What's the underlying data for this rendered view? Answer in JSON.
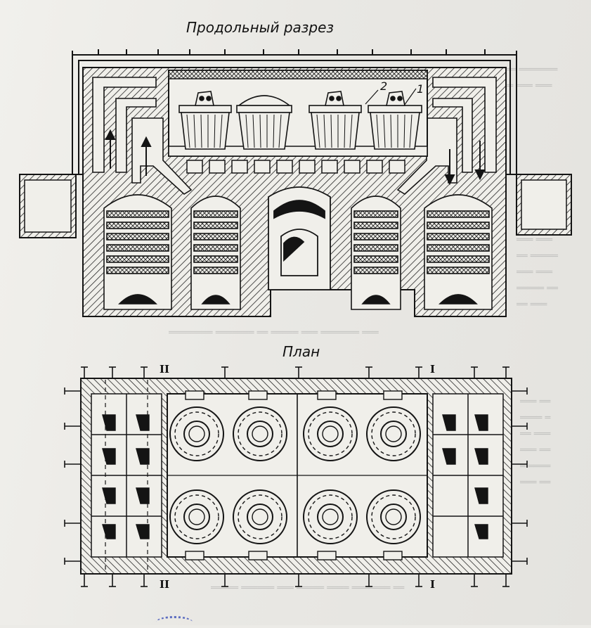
{
  "figure": {
    "section_title": "Продольный разрез",
    "plan_title": "План",
    "callouts": [
      "2",
      "1"
    ],
    "section_marks": [
      "I",
      "II"
    ]
  },
  "colors": {
    "ink": "#141414",
    "paper": "#ecebe7",
    "stamp": "#3a4fb8"
  }
}
